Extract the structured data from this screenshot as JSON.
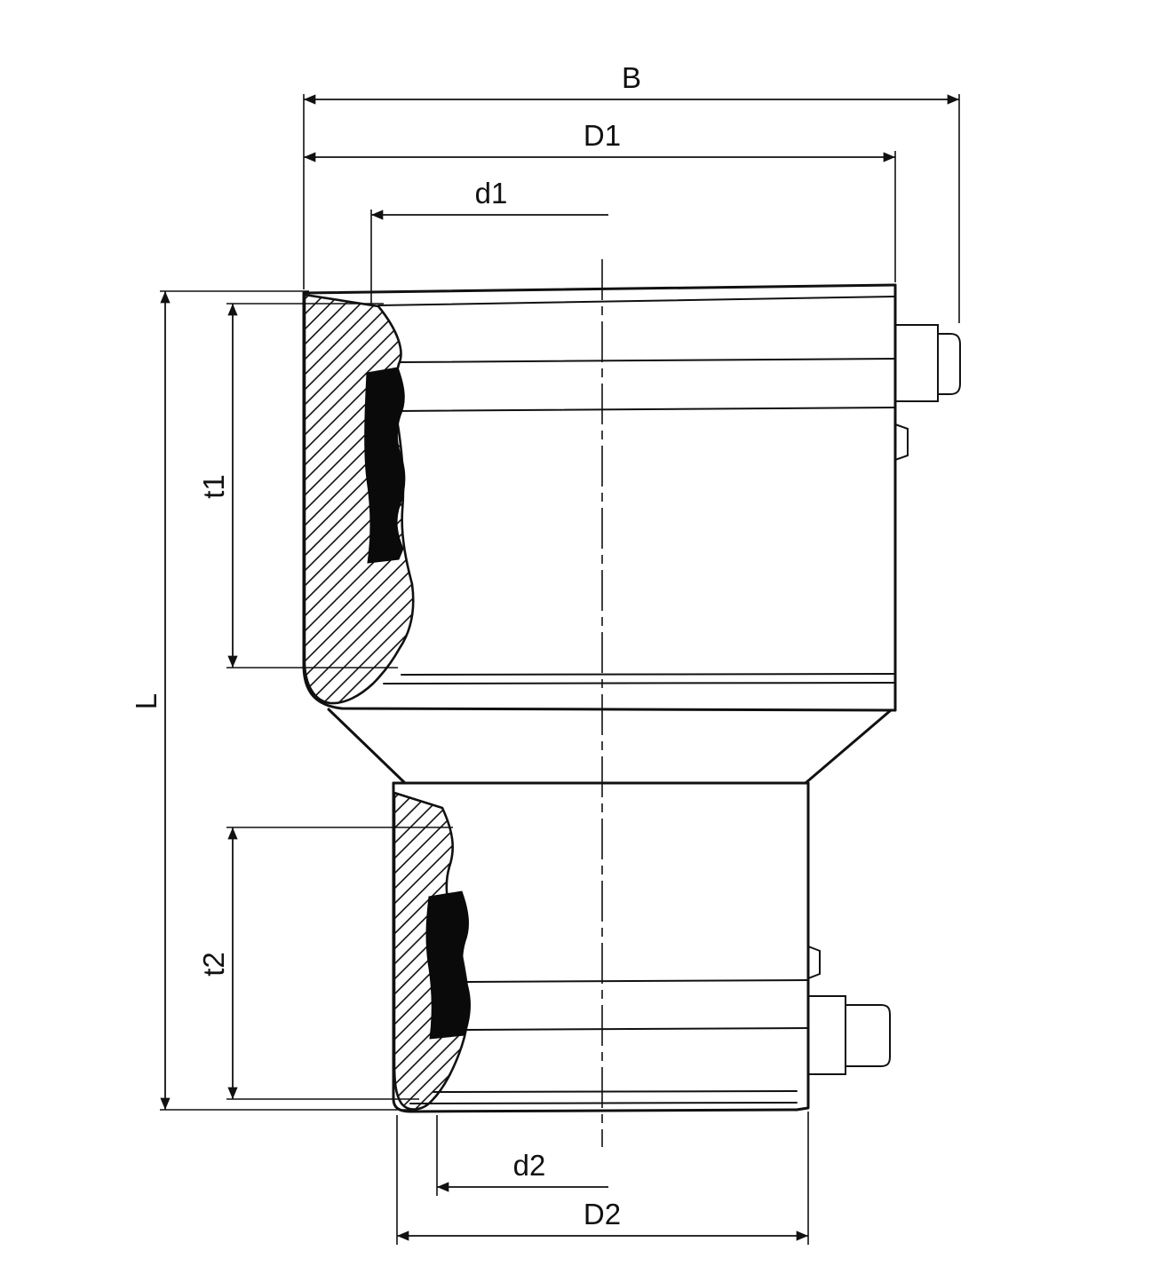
{
  "drawing": {
    "colors": {
      "line": "#111111",
      "background": "#ffffff",
      "section_fill": "#0a0a0a"
    },
    "dimension_labels": {
      "B": "B",
      "D1": "D1",
      "d1": "d1",
      "t1": "t1",
      "L": "L",
      "t2": "t2",
      "d2": "d2",
      "D2": "D2"
    }
  }
}
